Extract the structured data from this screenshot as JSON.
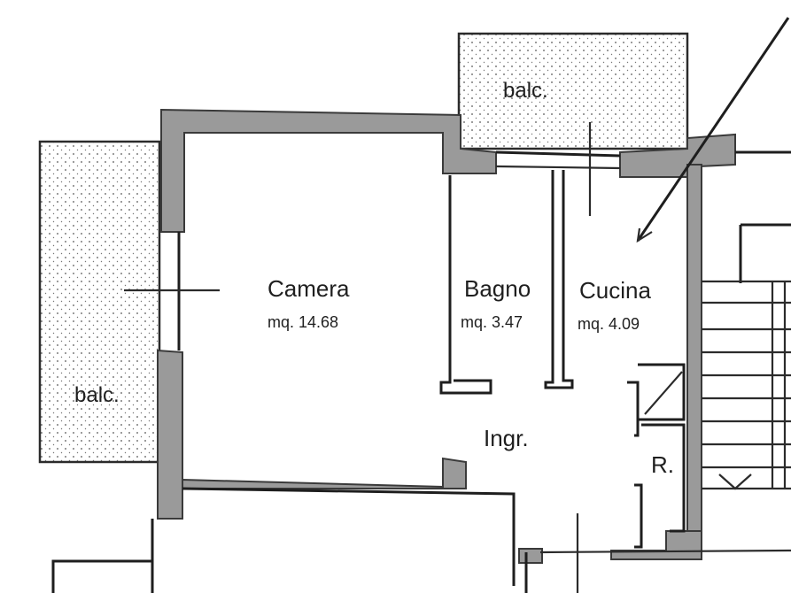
{
  "rooms": {
    "camera": {
      "name": "Camera",
      "area": "mq. 14.68"
    },
    "bagno": {
      "name": "Bagno",
      "area": "mq. 3.47"
    },
    "cucina": {
      "name": "Cucina",
      "area": "mq. 4.09"
    },
    "ingresso": {
      "name": "Ingr."
    },
    "ripostiglio": {
      "name": "R."
    }
  },
  "balconies": {
    "top": "balc.",
    "left": "balc."
  },
  "colors": {
    "wall": "#9a9a9a",
    "line": "#2b2b2b",
    "background": "#ffffff"
  }
}
